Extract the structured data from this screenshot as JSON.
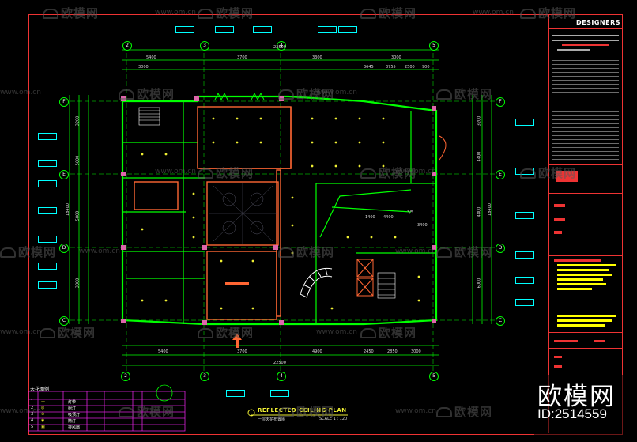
{
  "watermarks": {
    "brand": "欧模网",
    "url": "www.om.cn"
  },
  "title_block": {
    "header": "DESIGNERS"
  },
  "drawing": {
    "title": "REFLECTED  CEILING  PLAN",
    "subtitle": "一层天花布置图",
    "scale": "SCALE  1 : 120"
  },
  "grid": {
    "columns": [
      "2",
      "3",
      "4",
      "5"
    ],
    "rows": [
      "F",
      "E",
      "D",
      "C"
    ]
  },
  "dimensions": {
    "top_total": "22500",
    "top_parts": [
      "5400",
      "3700",
      "3300",
      "3000",
      "3000",
      "3645",
      "3755",
      "2500",
      "900"
    ],
    "bottom_total": "22500",
    "bottom_parts": [
      "5400",
      "3700",
      "4900",
      "2450",
      "2850",
      "3000"
    ],
    "left_total": "18400",
    "left_parts": [
      "3200",
      "5600",
      "5800",
      "3800"
    ],
    "right_total": "18400",
    "right_parts": [
      "3200",
      "4400",
      "4800",
      "6000"
    ],
    "inner": [
      "1400",
      "4400",
      "3400",
      "3/5"
    ]
  },
  "legend": {
    "title": "天花图例",
    "rows": [
      {
        "no": "1",
        "symbol": "—",
        "name": "灯带"
      },
      {
        "no": "2",
        "symbol": "◎",
        "name": "射灯"
      },
      {
        "no": "3",
        "symbol": "⊕",
        "name": "吸顶灯"
      },
      {
        "no": "4",
        "symbol": "◉",
        "name": "筒灯"
      },
      {
        "no": "5",
        "symbol": "▣",
        "name": "排风扇"
      }
    ]
  },
  "badge": {
    "brand": "欧模网",
    "id": "ID:2514559"
  },
  "colors": {
    "background": "#000000",
    "wall": "#00ff00",
    "ceiling": "#ff6633",
    "border": "#ff3333",
    "accent": "#ffff00"
  }
}
